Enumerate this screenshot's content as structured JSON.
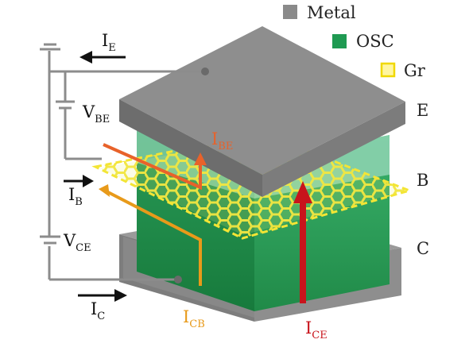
{
  "legend": {
    "metal": {
      "label": "Metal",
      "color": "#8a8a8a"
    },
    "osc": {
      "label": "OSC",
      "color": "#1f9a52"
    },
    "gr": {
      "label": "Gr",
      "color": "#f5e63a"
    }
  },
  "layers": {
    "emitter": "E",
    "base": "B",
    "collector": "C"
  },
  "currents": {
    "ie": {
      "main": "I",
      "sub": "E"
    },
    "ib": {
      "main": "I",
      "sub": "B"
    },
    "ic": {
      "main": "I",
      "sub": "C"
    },
    "ibe": {
      "main": "I",
      "sub": "BE",
      "color": "#e8622a"
    },
    "icb": {
      "main": "I",
      "sub": "CB",
      "color": "#e89a1a"
    },
    "ice": {
      "main": "I",
      "sub": "CE",
      "color": "#c8141c"
    }
  },
  "voltages": {
    "vbe": {
      "main": "V",
      "sub": "BE"
    },
    "vce": {
      "main": "V",
      "sub": "CE"
    }
  },
  "colors": {
    "wire": "#8c8c8c",
    "metal_top": "#8e8e8e",
    "metal_side": "#6e6e6e",
    "osc_front": "#1c8a46",
    "osc_side": "#2aa85e",
    "osc_upper": "#8fd3b3",
    "graphene": "#f3e535"
  }
}
